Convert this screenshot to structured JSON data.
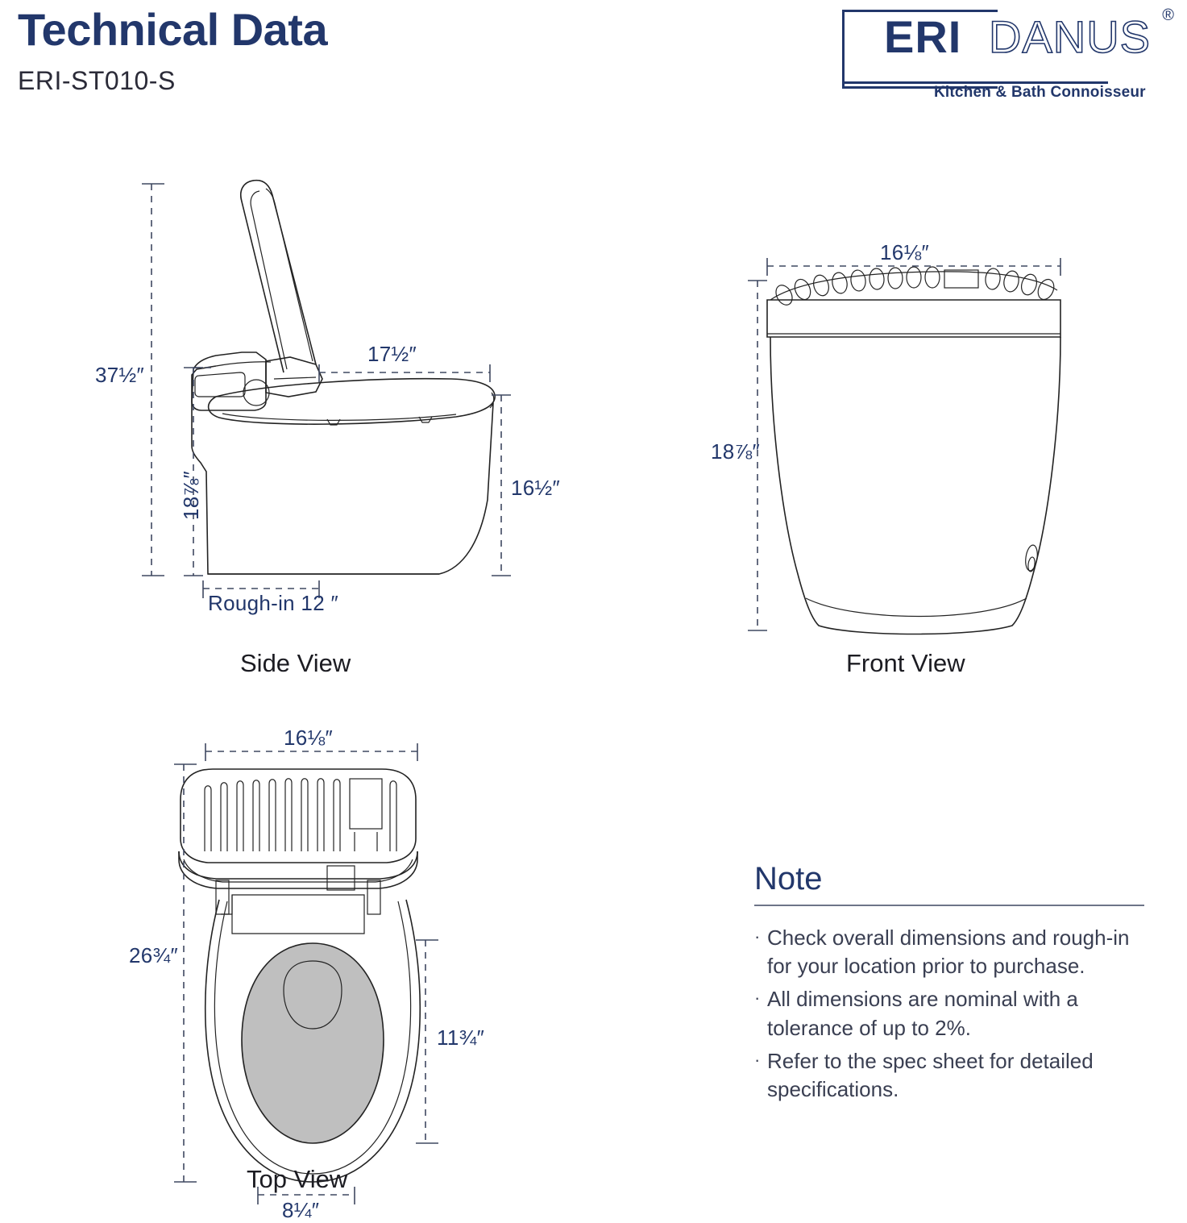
{
  "header": {
    "title": "Technical Data",
    "model": "ERI-ST010-S"
  },
  "logo": {
    "brand_bold": "ERI",
    "brand_light": "DANUS",
    "registered": "®",
    "tagline": "Kitchen & Bath Connoisseur",
    "color": "#22376b"
  },
  "views": {
    "side": {
      "label": "Side View",
      "dimensions": {
        "overall_height": "37½″",
        "bowl_height": "18⅞″",
        "seat_depth": "17½″",
        "seat_height": "16½″",
        "rough_in": "Rough-in 12 ″"
      }
    },
    "front": {
      "label": "Front View",
      "dimensions": {
        "width": "16⅛″",
        "height": "18⅞″"
      }
    },
    "top": {
      "label": "Top View",
      "dimensions": {
        "width": "16⅛″",
        "depth": "26¾″",
        "opening_length": "11¾″",
        "opening_width": "8¼″"
      }
    }
  },
  "note": {
    "title": "Note",
    "bullet_glyph": "·",
    "items": [
      "Check overall dimensions and rough-in for your location prior to purchase.",
      "All dimensions are nominal with a tolerance of up to 2%.",
      "Refer to the spec sheet for detailed specifications."
    ]
  },
  "colors": {
    "navy": "#22376b",
    "dim_navy": "#2e3c5e",
    "line": "#232323",
    "shade_gray": "#bfbfbf",
    "background": "#ffffff"
  }
}
